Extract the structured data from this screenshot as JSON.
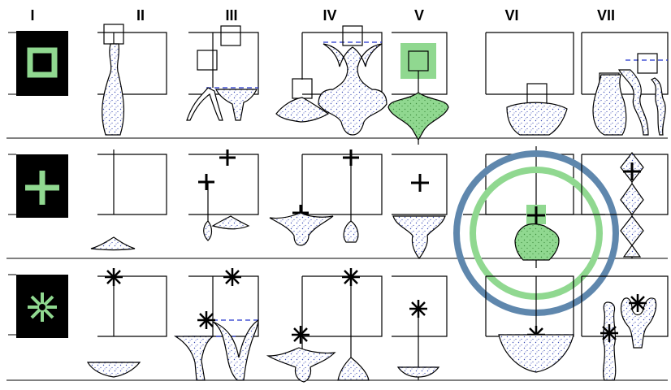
{
  "columns": [
    "I",
    "II",
    "III",
    "IV",
    "V",
    "VI",
    "VII"
  ],
  "rows": [
    {
      "id": "row-1",
      "marker": "square"
    },
    {
      "id": "row-2",
      "marker": "plus"
    },
    {
      "id": "row-3",
      "marker": "asterisk"
    }
  ],
  "colors": {
    "ink": "#000000",
    "green": "#90d890",
    "green_dark": "#3c8c3c",
    "highlight_ring": "#5f87ad",
    "dashed_line": "#2233cc",
    "stipple": "#3a4bb5",
    "icon_background": "#000000"
  },
  "icons": [
    "square-marker-icon",
    "plus-marker-icon",
    "asterisk-marker-icon"
  ]
}
